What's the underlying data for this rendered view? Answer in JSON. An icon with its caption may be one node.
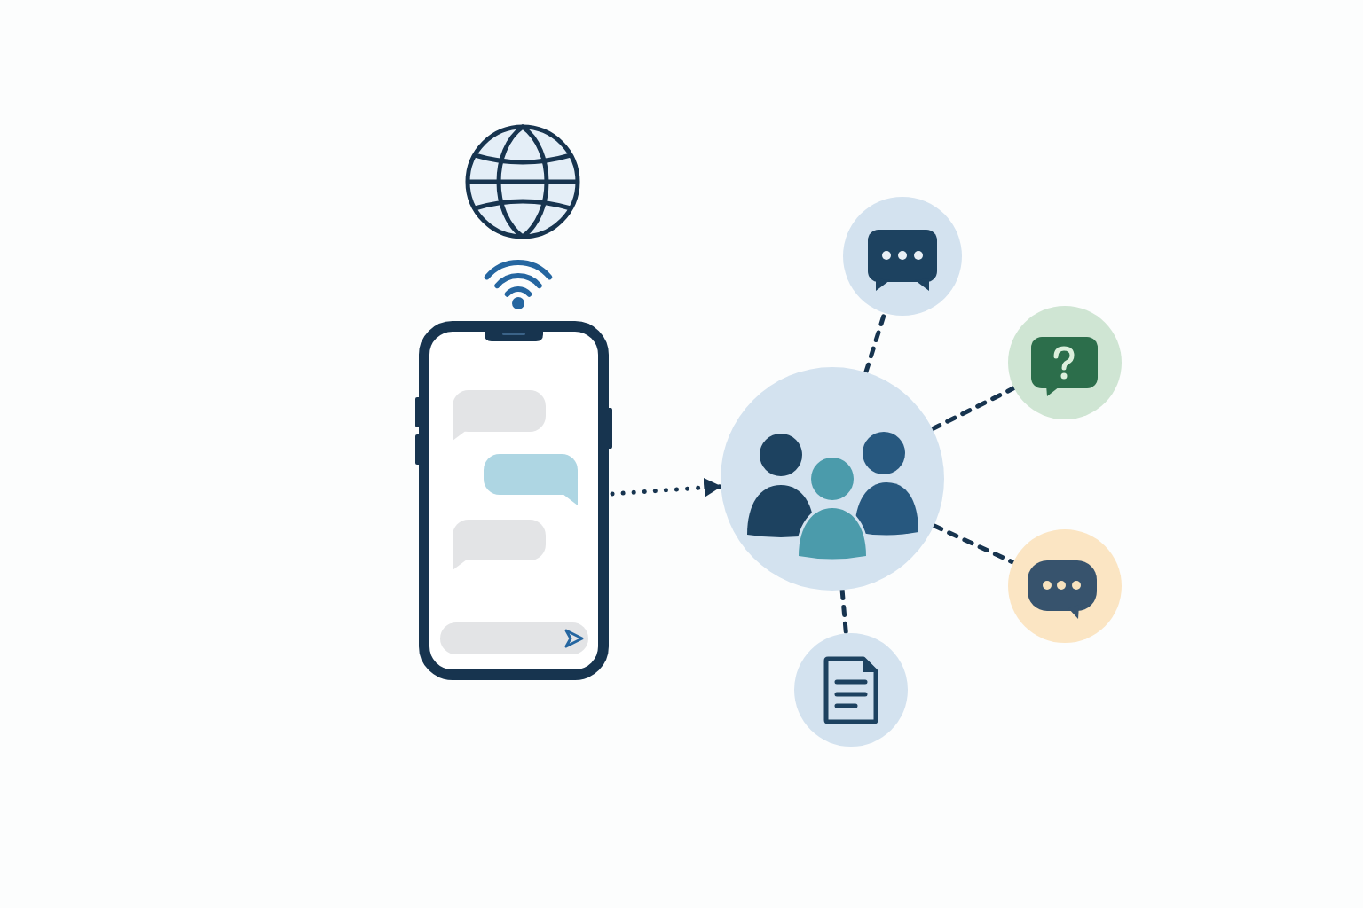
{
  "diagram": {
    "nodes": [
      {
        "text": [],
        "shape": "picture"
      },
      {
        "text": [],
        "shape": "circle"
      },
      {
        "text": [],
        "shape": "circle"
      },
      {
        "text": [],
        "shape": "circle"
      },
      {
        "text": [],
        "shape": "circle"
      },
      {
        "text": [],
        "shape": "circle"
      }
    ],
    "edges": [
      {
        "from": 0,
        "to": 1,
        "arrow": "to",
        "style": "dashed"
      },
      {
        "from": 1,
        "to": 2,
        "arrow": "none",
        "style": "dashed"
      },
      {
        "from": 1,
        "to": 3,
        "arrow": "none",
        "style": "dashed"
      },
      {
        "from": 1,
        "to": 4,
        "arrow": "none",
        "style": "dashed"
      },
      {
        "from": 1,
        "to": 5,
        "arrow": "none",
        "style": "dashed"
      }
    ]
  }
}
